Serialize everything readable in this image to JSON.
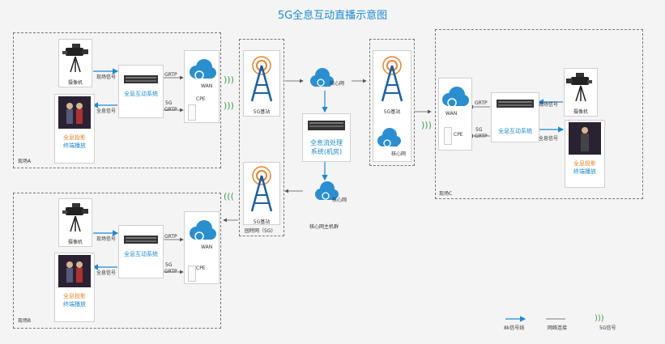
{
  "title": "5G全息互动直播示意图",
  "sites": {
    "a": {
      "name": "现场A"
    },
    "b": {
      "name": "现场B"
    },
    "c": {
      "name": "现场C"
    }
  },
  "labels": {
    "camera": "摄像机",
    "live_signal": "现场信号",
    "holo_signal": "全息信号",
    "interactive_system": "全息互动系统",
    "holo_projection": "全息投影",
    "terminal_play": "终端播放",
    "grtp": "GRTP",
    "fiveg": "5G",
    "wan": "WAN",
    "cpe": "CPE",
    "base_station": "5G基站",
    "core_net": "核心网",
    "stream_system_line1": "全息流处理",
    "stream_system_line2": "系统(机房)",
    "private_net": "园特网（5G)",
    "core_cluster": "核心网主机群"
  },
  "legend": {
    "signal_line": "8k信号线",
    "net_link": "网络连接",
    "fiveg_signal": "5G信号"
  },
  "colors": {
    "accent": "#1a8bd1",
    "orange": "#e8842a",
    "green": "#3aa14a"
  }
}
